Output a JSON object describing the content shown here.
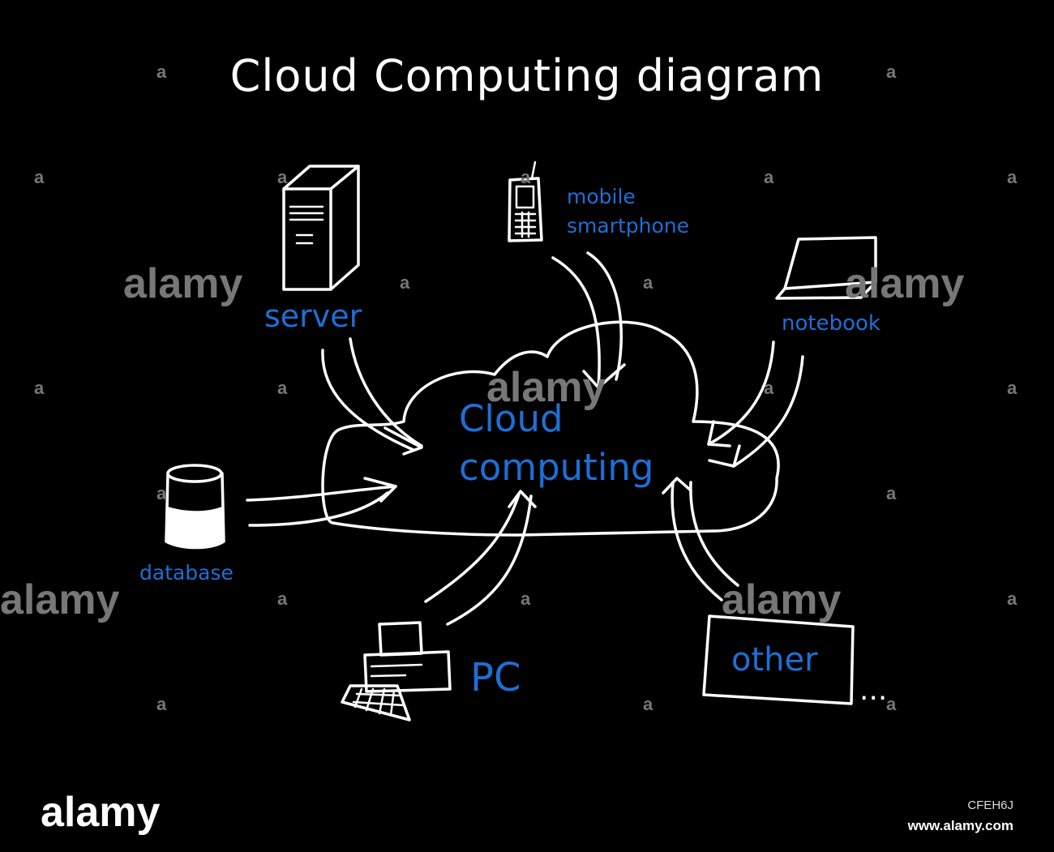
{
  "title": "Cloud Computing diagram",
  "center": {
    "line1": "Cloud",
    "line2": "computing"
  },
  "nodes": {
    "server": "server",
    "mobile_line1": "mobile",
    "mobile_line2": "smartphone",
    "notebook": "notebook",
    "database": "database",
    "pc": "PC",
    "other": "other",
    "ellipsis": "..."
  },
  "colors": {
    "background": "#000000",
    "chalk": "#ffffff",
    "label": "#1e6fd6"
  },
  "watermark": {
    "brand": "alamy",
    "small": "a",
    "stock_id": "CFEH6J",
    "url": "www.alamy.com"
  }
}
